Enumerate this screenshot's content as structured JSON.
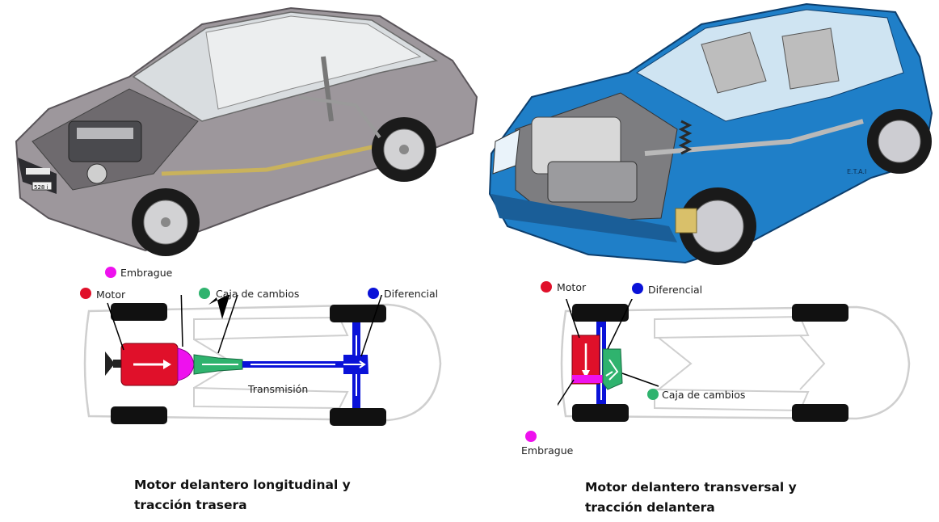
{
  "left": {
    "car_badge": "528 i",
    "labels": {
      "embrague": "Embrague",
      "motor": "Motor",
      "caja": "Caja de cambios",
      "diferencial": "Diferencial",
      "transmision": "Transmisión"
    },
    "caption_line1": "Motor delantero longitudinal y",
    "caption_line2": "tracción trasera"
  },
  "right": {
    "car_badge": "E.T.A.I",
    "labels": {
      "motor": "Motor",
      "diferencial": "Diferencial",
      "caja": "Caja de cambios",
      "embrague": "Embrague"
    },
    "caption_line1": "Motor delantero transversal y",
    "caption_line2": "tracción delantera"
  },
  "colors": {
    "motor": "#e0102a",
    "embrague": "#ee11ee",
    "caja": "#2fb36e",
    "diferencial": "#0a12d8",
    "silver_car": "#8f8a8f",
    "blue_car": "#1f7fc8"
  }
}
